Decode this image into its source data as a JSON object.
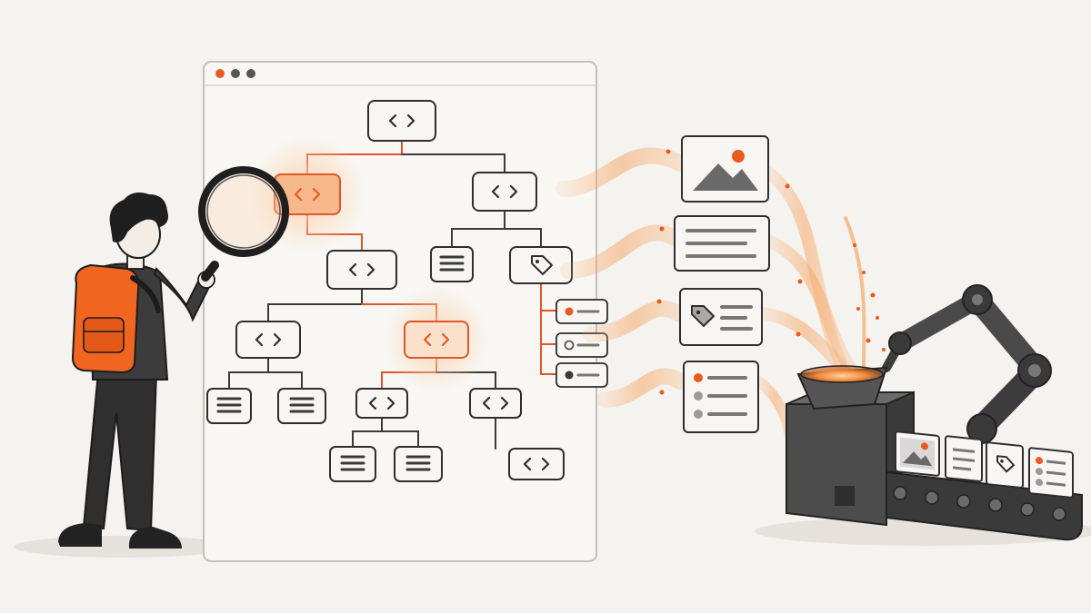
{
  "colors": {
    "background": "#f5f3ef",
    "ink": "#2e2e2e",
    "muted_ink": "#777777",
    "accent": "#ea5a1e",
    "accent_soft": "#f5a868",
    "accent_glow": "#fbd2ad",
    "card_fill": "#f7f6f3",
    "machine_fill": "#5a5a5a",
    "machine_dark": "#3c3c3c"
  },
  "icons": {
    "dom_node": "code-brackets-icon",
    "text_node": "text-lines-icon",
    "tag_node": "price-tag-icon",
    "list_item": "bullet-line-icon",
    "image_card": "landscape-image-icon",
    "magnifier": "magnifying-glass-icon"
  },
  "browser": {
    "window_dots": [
      "#ea5a1e",
      "#555555",
      "#555555"
    ]
  },
  "dom_tree": {
    "highlighted_path": [
      "root",
      "branch-left",
      "child-mid",
      "leaf-highlight"
    ],
    "node_count": 15
  },
  "extracted_cards": [
    "image",
    "text",
    "tag-details",
    "checklist"
  ],
  "conveyor_output": [
    "image",
    "text",
    "tag",
    "checklist"
  ]
}
